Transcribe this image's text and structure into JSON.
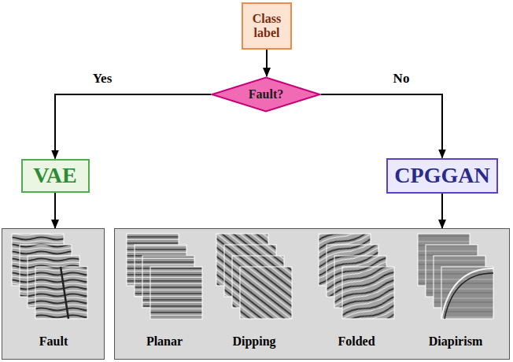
{
  "diagram": {
    "nodes": [
      {
        "text": [
          "Class label"
        ]
      },
      {
        "text": [
          "Fault?"
        ]
      },
      {
        "text": [
          "VAE"
        ]
      },
      {
        "text": [
          "CPGGAN"
        ]
      },
      {
        "text": [
          "Fault"
        ]
      },
      {
        "text": [
          "Planar",
          "Dipping",
          "Folded",
          "Diapirism"
        ]
      }
    ],
    "edges": [
      {
        "from": 0,
        "to": 1,
        "arrow": "to"
      },
      {
        "from": 1,
        "to": 2,
        "label": "Yes",
        "arrow": "to"
      },
      {
        "from": 1,
        "to": 3,
        "label": "No",
        "arrow": "to"
      },
      {
        "from": 2,
        "to": 4,
        "arrow": "to"
      },
      {
        "from": 3,
        "to": 5,
        "arrow": "to"
      }
    ]
  }
}
